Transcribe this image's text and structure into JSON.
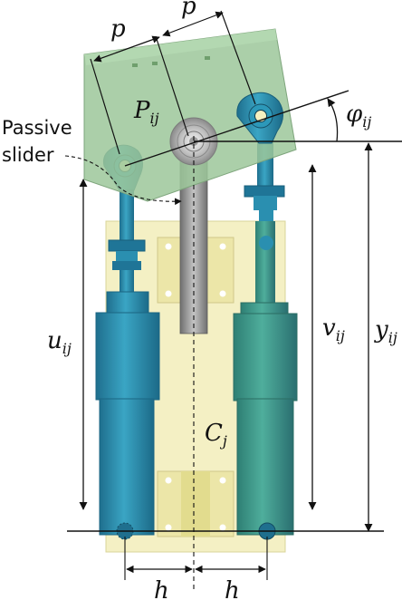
{
  "labels": {
    "p_left": "p",
    "p_right": "p",
    "P_main": "P",
    "P_sub": "ij",
    "phi_main": "φ",
    "phi_sub": "ij",
    "passive_line1": "Passive",
    "passive_line2": "slider",
    "u_main": "u",
    "u_sub": "ij",
    "v_main": "v",
    "v_sub": "ij",
    "y_main": "y",
    "y_sub": "ij",
    "C_main": "C",
    "C_sub": "j",
    "h_left": "h",
    "h_right": "h"
  },
  "colors": {
    "platform": "#9cc79a",
    "base_plate": "#f3efbe",
    "blue_actuator": "#2a8fb0",
    "green_actuator": "#3f9a8c",
    "slider_rod": "#9a9a9a",
    "line": "#111111"
  }
}
